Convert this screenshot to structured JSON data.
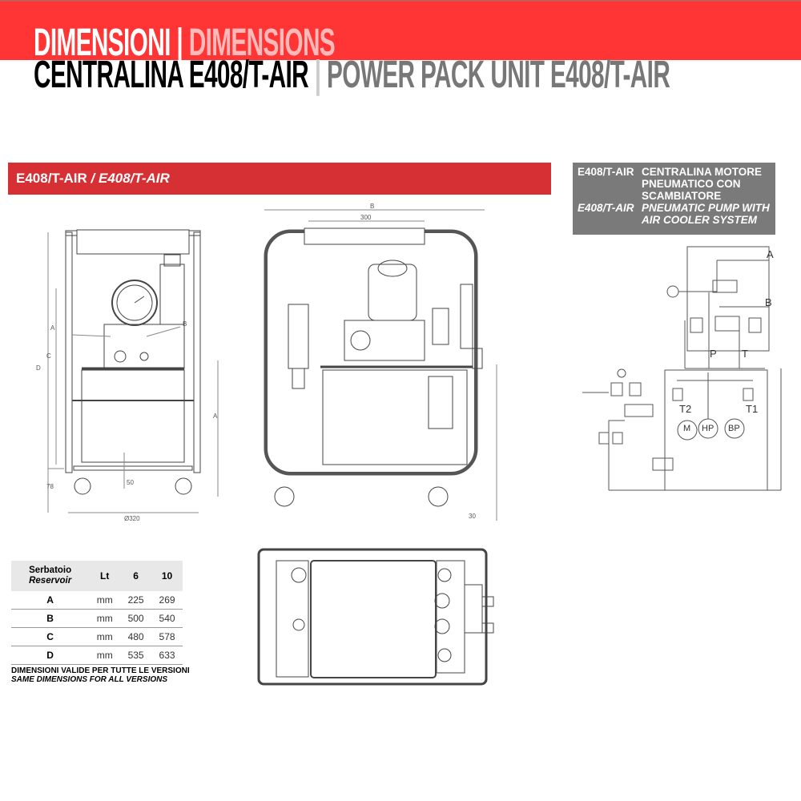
{
  "header": {
    "title_it": "DIMENSIONI",
    "divider": "|",
    "title_en": "DIMENSIONS",
    "subtitle_it": "CENTRALINA E408/T-AIR",
    "subtitle_en": "POWER PACK UNIT E408/T-AIR"
  },
  "section": {
    "label_it": "E408/T-AIR",
    "separator": " / ",
    "label_en": "E408/T-AIR"
  },
  "description": {
    "code_it": "E408/T-AIR",
    "text_it": "CENTRALINA MOTORE PNEUMATICO CON SCAMBIATORE",
    "code_en": "E408/T-AIR",
    "text_en": "PNEUMATIC PUMP WITH AIR COOLER SYSTEM"
  },
  "drawings": {
    "front": {
      "A": "A",
      "B": "B",
      "C": "C",
      "D": "D",
      "A_side": "A",
      "dim_78": "78",
      "dim_50": "50",
      "diameter": "Ø320"
    },
    "side": {
      "B": "B",
      "dim_300": "300",
      "dim_30": "30"
    }
  },
  "schematic": {
    "A": "A",
    "B": "B",
    "P": "P",
    "T": "T",
    "T1": "T1",
    "T2": "T2",
    "M": "M",
    "HP": "HP",
    "BP": "BP"
  },
  "table": {
    "headers": {
      "reservoir_it": "Serbatoio",
      "reservoir_en": "Reservoir",
      "unit": "Lt",
      "col1": "6",
      "col2": "10"
    },
    "rows": [
      {
        "dim": "A",
        "unit": "mm",
        "v6": "225",
        "v10": "269"
      },
      {
        "dim": "B",
        "unit": "mm",
        "v6": "500",
        "v10": "540"
      },
      {
        "dim": "C",
        "unit": "mm",
        "v6": "480",
        "v10": "578"
      },
      {
        "dim": "D",
        "unit": "mm",
        "v6": "535",
        "v10": "633"
      }
    ]
  },
  "footnote": {
    "it": "DIMENSIONI VALIDE PER TUTTE LE VERSIONI",
    "en": "SAME DIMENSIONS FOR ALL VERSIONS"
  },
  "colors": {
    "brand_red": "#ff3434",
    "section_red": "#d63035",
    "box_gray": "#7a7a7a"
  }
}
